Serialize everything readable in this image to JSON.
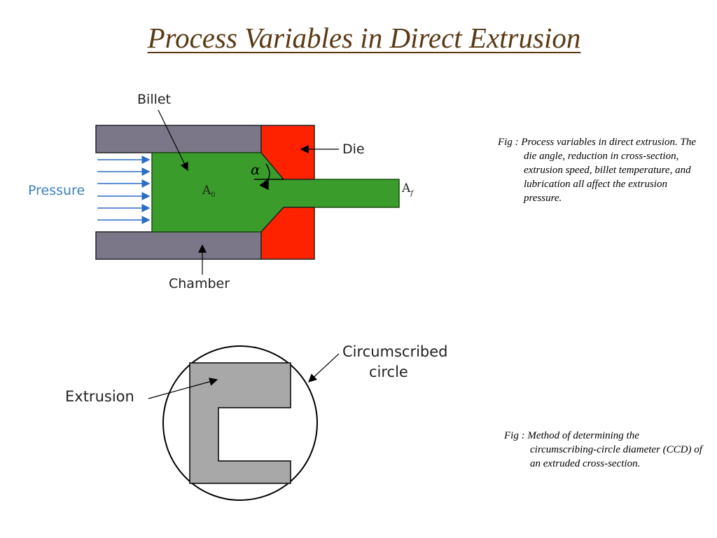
{
  "slide": {
    "title": "Process Variables in Direct Extrusion"
  },
  "figure1": {
    "labels": {
      "billet": "Billet",
      "die": "Die",
      "pressure": "Pressure",
      "chamber": "Chamber",
      "area_original": "A",
      "area_original_sub": "0",
      "area_final": "A",
      "area_final_sub": "f",
      "angle": "α"
    },
    "colors": {
      "chamber": "#7b7789",
      "die": "#ff2200",
      "billet": "#3a9c2a",
      "pressure_text": "#3d7fc1",
      "pressure_arrows": "#2a6cc7"
    },
    "caption": "Fig : Process variables in direct extrusion. The die angle, reduction in cross-section, extrusion speed, billet temperature, and lubrication all affect the extrusion pressure."
  },
  "figure2": {
    "labels": {
      "extrusion": "Extrusion",
      "circumscribed_line1": "Circumscribed",
      "circumscribed_line2": "circle"
    },
    "colors": {
      "extrusion_fill": "#a8a8a8"
    },
    "caption": "Fig : Method of determining the circumscribing-circle diameter (CCD) of an extruded cross-section."
  }
}
